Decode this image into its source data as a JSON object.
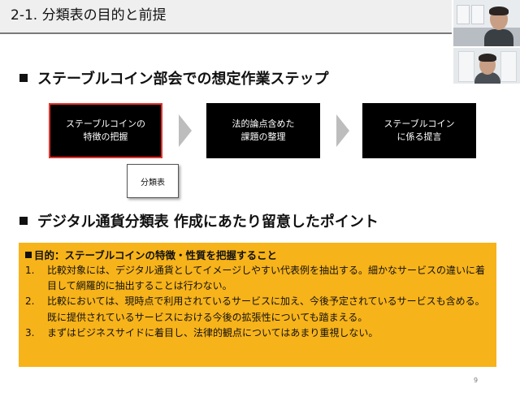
{
  "title": "2-1. 分類表の目的と前提",
  "section1": {
    "heading": "ステーブルコイン部会での想定作業ステップ"
  },
  "steps": [
    {
      "label": "ステーブルコインの\n特徴の把握"
    },
    {
      "label": "法的論点含めた\n課題の整理"
    },
    {
      "label": "ステーブルコイン\nに係る提言"
    }
  ],
  "tag": {
    "label": "分類表"
  },
  "section2": {
    "heading": "デジタル通貨分類表 作成にあたり留意したポイント"
  },
  "callout": {
    "heading": "目的：ステーブルコインの特徴・性質を把握すること",
    "items": [
      {
        "num": "1.",
        "text": "比較対象には、デジタル通貨としてイメージしやすい代表例を抽出する。細かなサービスの違いに着目して網羅的に抽出することは行わない。"
      },
      {
        "num": "2.",
        "text": "比較においては、現時点で利用されているサービスに加え、今後予定されているサービスも含める。既に提供されているサービスにおける今後の拡張性についても踏まえる。"
      },
      {
        "num": "3.",
        "text": "まずはビジネスサイドに着目し、法律的観点についてはあまり重視しない。"
      }
    ]
  },
  "page_number": "9",
  "colors": {
    "accent_border": "#e6322d",
    "callout_bg": "#f7b31a",
    "step_bg": "#000000"
  }
}
